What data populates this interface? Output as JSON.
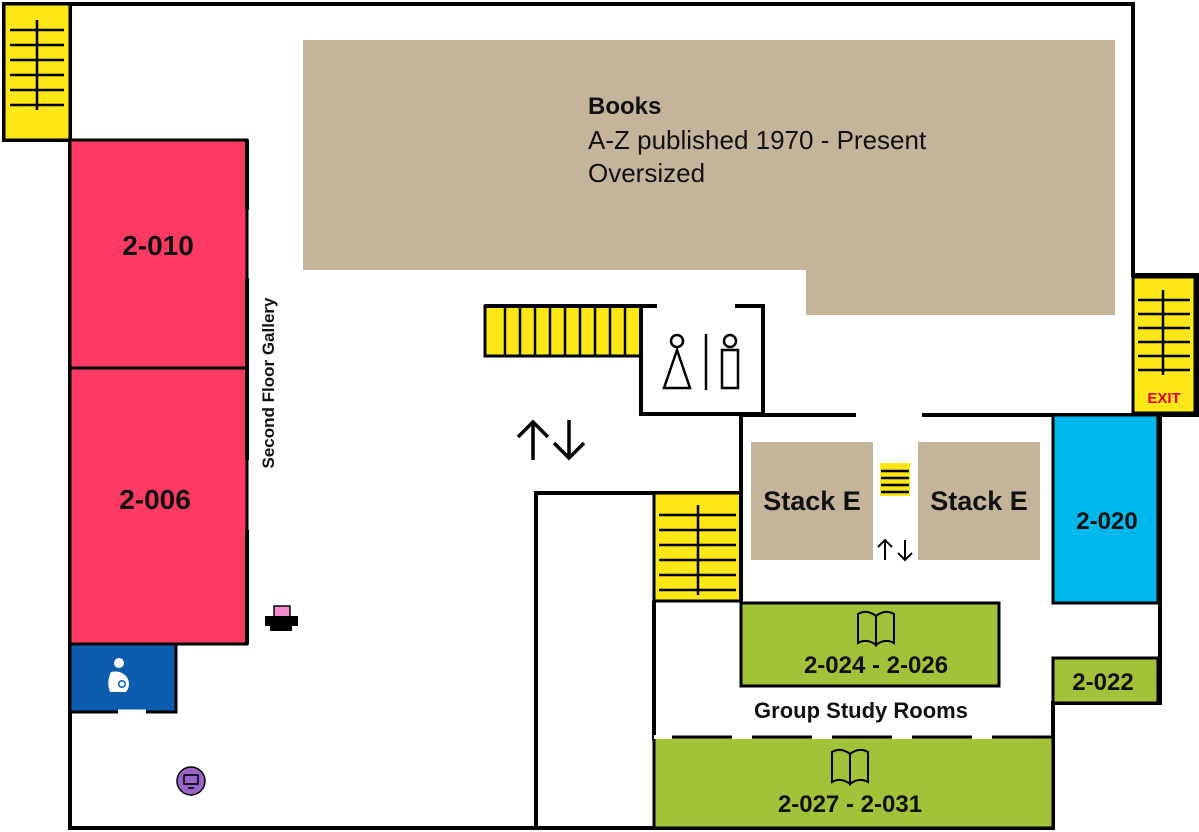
{
  "colors": {
    "room_red": "#fd3a62",
    "room_blue": "#00b8eb",
    "room_green": "#a2c23a",
    "books_tan": "#c4b49a",
    "stairs_yellow": "#fde716",
    "nursing_blue": "#0c5cae",
    "computer_purple": "#9a64c8",
    "printer_pink": "#f08cc8",
    "exit_red": "#e8001c"
  },
  "books": {
    "title": "Books",
    "line1": "A-Z published 1970 - Present",
    "line2": "Oversized"
  },
  "rooms": {
    "r2010": "2-010",
    "r2006": "2-006",
    "r2020": "2-020",
    "r2022": "2-022",
    "r2024": "2-024 - 2-026",
    "r2027": "2-027 - 2-031"
  },
  "gallery": "Second Floor Gallery",
  "stacks": {
    "left": "Stack E",
    "right": "Stack E"
  },
  "group_study": "Group Study Rooms",
  "exit": "EXIT",
  "icons": {
    "restroom": "restroom-icon",
    "elevator": "elevator-arrows-icon",
    "printer": "printer-icon",
    "nursing": "nursing-room-icon",
    "computer": "computer-icon",
    "book": "open-book-icon"
  }
}
